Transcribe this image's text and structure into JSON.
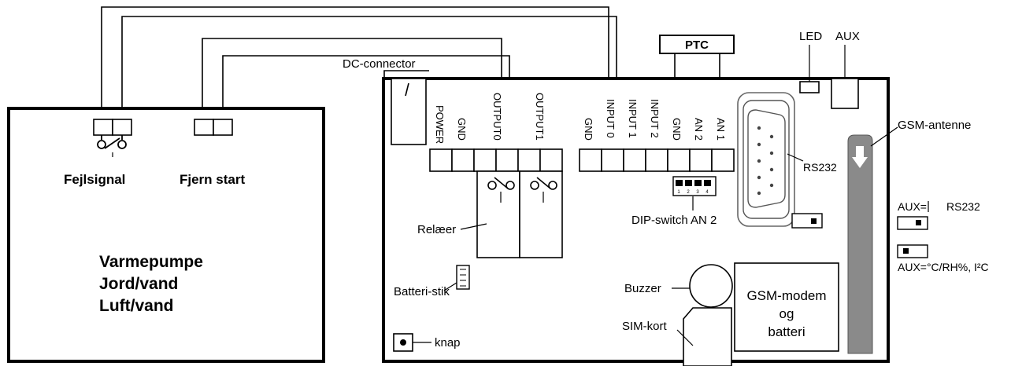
{
  "heat_pump": {
    "terminal_left_label": "Fejlsignal",
    "terminal_right_label": "Fjern start",
    "title_lines": [
      "Varmepumpe",
      "Jord/vand",
      "Luft/vand"
    ]
  },
  "board": {
    "dc_connector_label": "DC-connector",
    "ptc_label": "PTC",
    "led_label": "LED",
    "aux_label": "AUX",
    "gsm_antenna_label": "GSM-antenne",
    "terminals_left": [
      "POWER",
      "GND",
      "OUTPUT0",
      "OUTPUT1"
    ],
    "terminals_right": [
      "GND",
      "INPUT 0",
      "INPUT 1",
      "INPUT 2",
      "GND",
      "AN 2",
      "AN 1"
    ],
    "rs232_label": "RS232",
    "dip_switch_label": "DIP-switch AN 2",
    "dip_numbers": [
      "1",
      "2",
      "3",
      "4"
    ],
    "relay_label": "Relæer",
    "battery_plug_label": "Batteri-stik",
    "buzzer_label": "Buzzer",
    "sim_label": "SIM-kort",
    "button_label": "knap",
    "gsm_modem_lines": [
      "GSM-modem",
      "og",
      "batteri"
    ],
    "aux_rs232_label": "AUX=",
    "aux_rs232_value": "RS232",
    "aux_sensor_label": "AUX=°C/RH%, I²C"
  }
}
